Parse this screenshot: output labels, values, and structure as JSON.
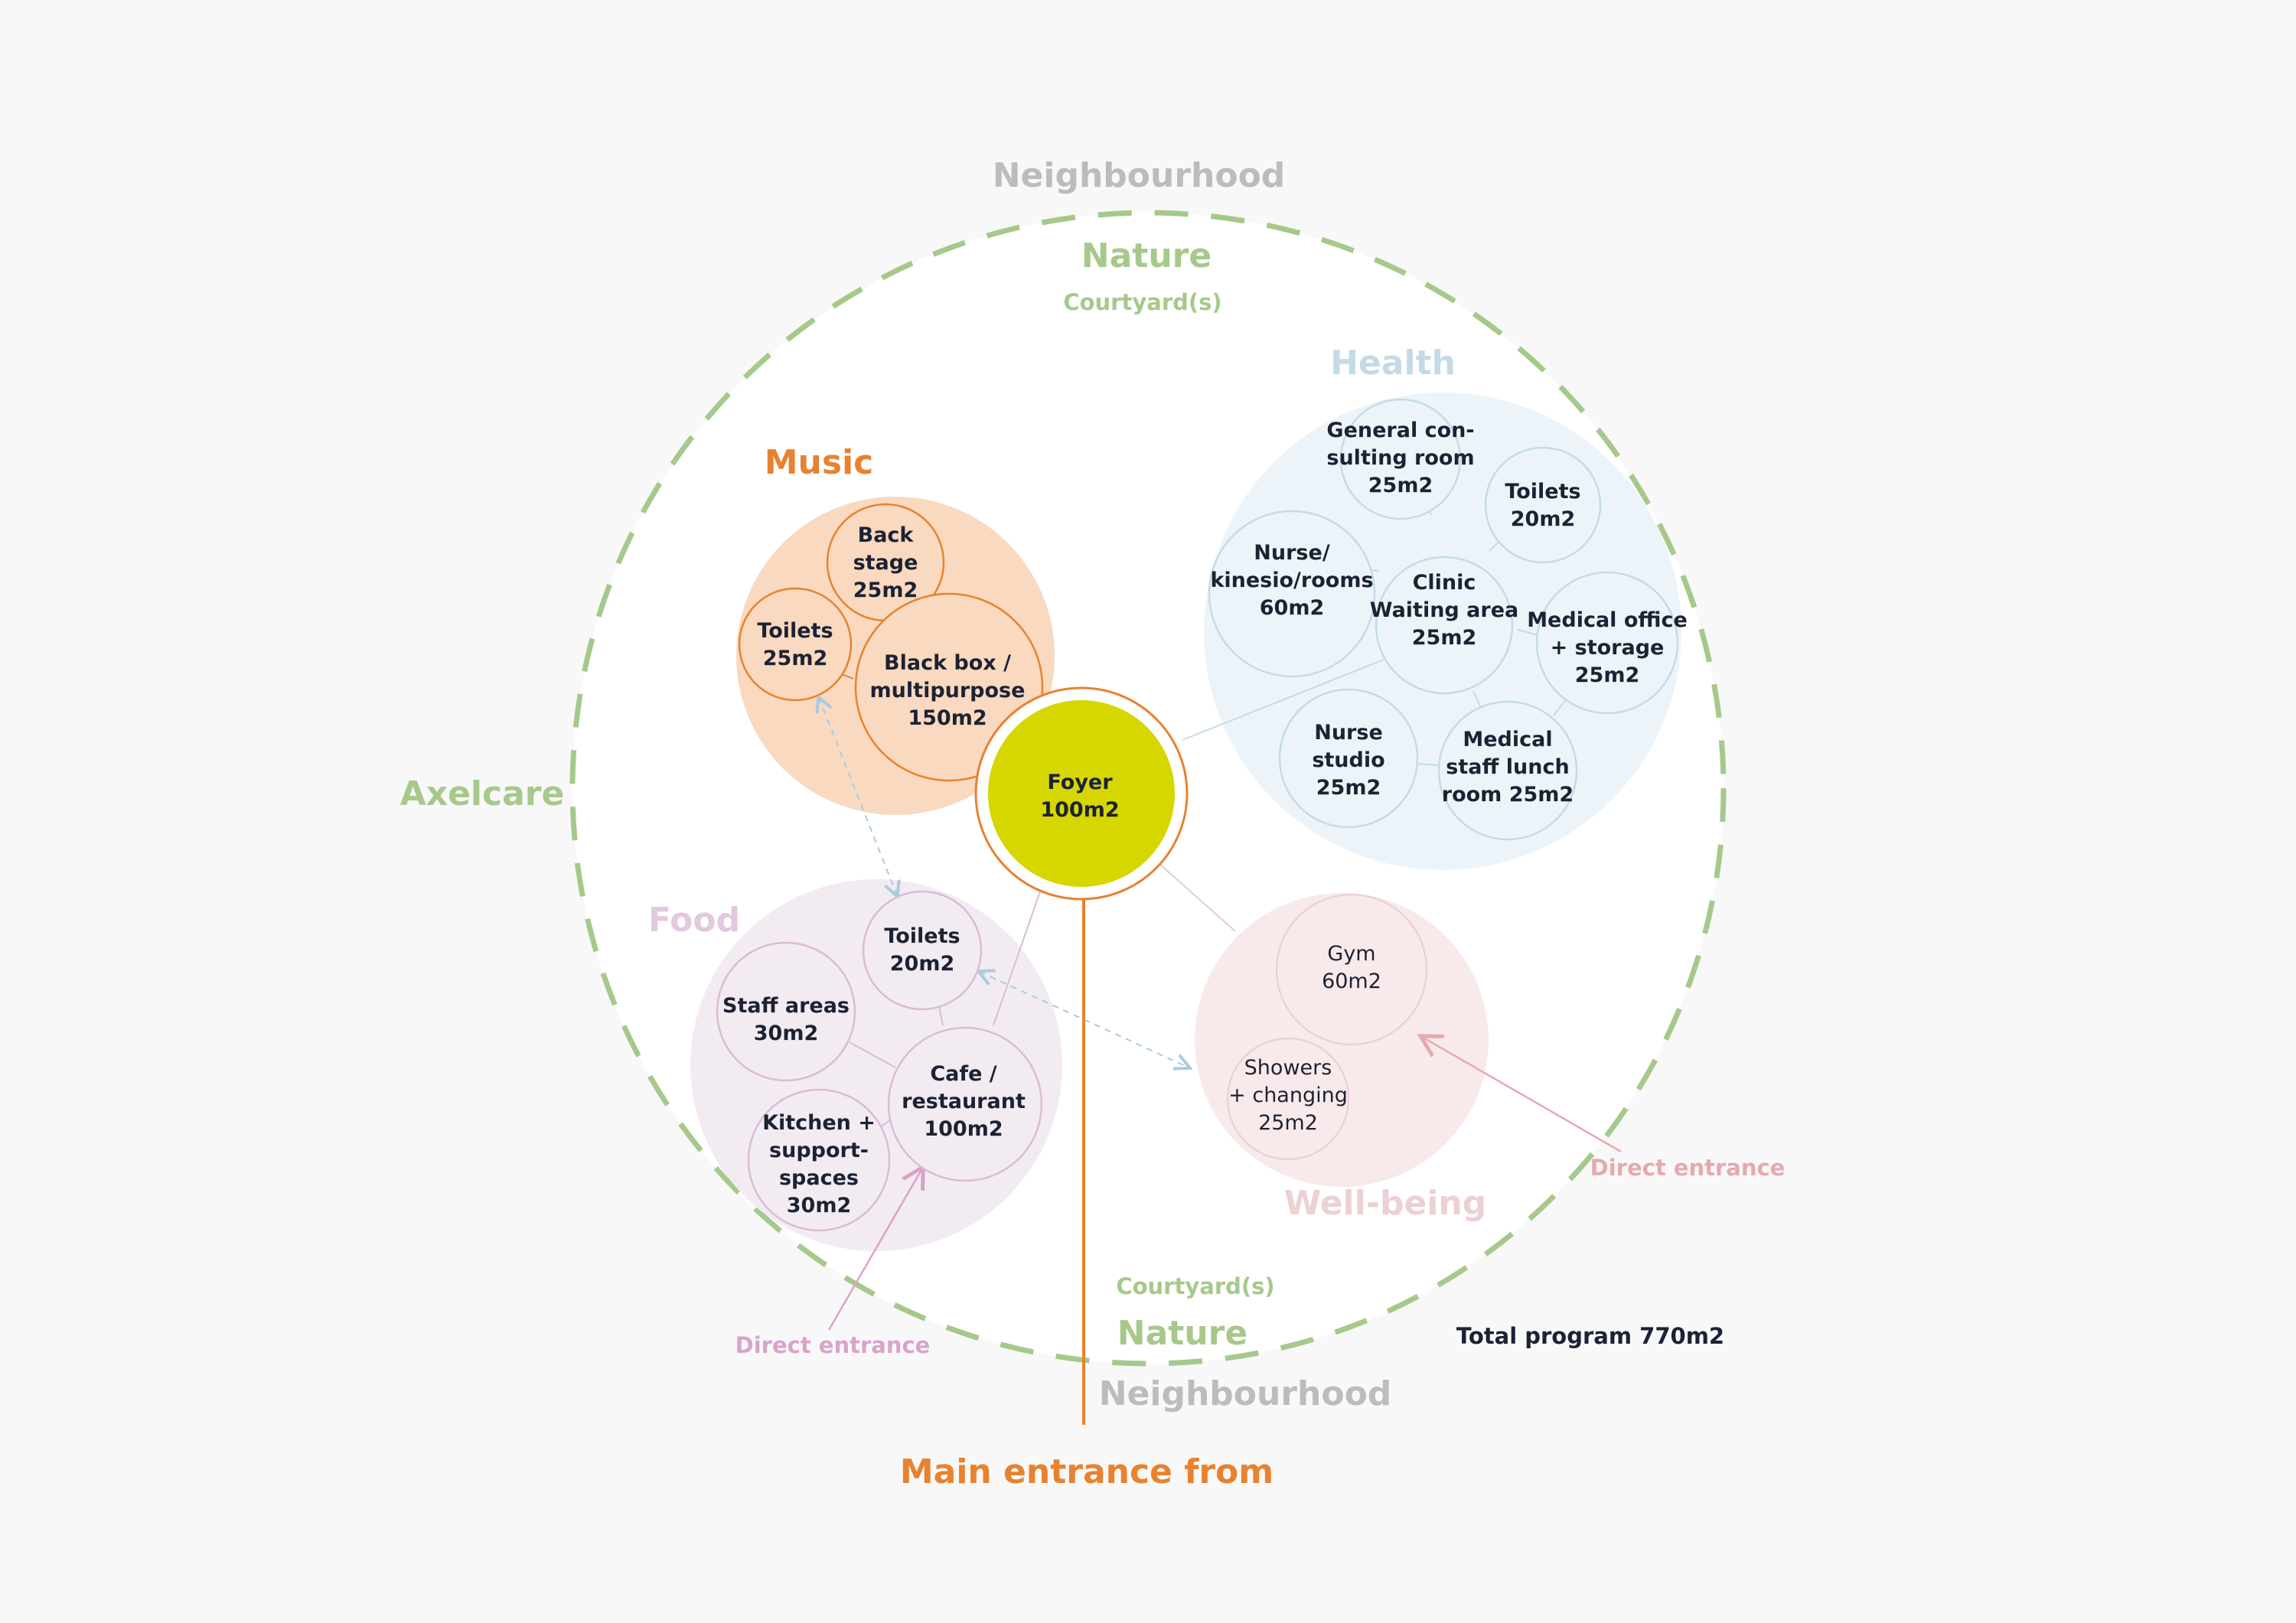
{
  "colors": {
    "background": "#f8f8f8",
    "nature": "#a6c98b",
    "neighbourhood": "#bcbcbc",
    "music": "#e8822f",
    "music_fill": "#f9d9bf",
    "health": "#c4dbe6",
    "health_fill": "#edf4f9",
    "food": "#d9bcd6",
    "food_fill": "#f3ebf2",
    "wellbeing": "#ecd1d3",
    "wellbeing_fill": "#f8eaeb",
    "foyer": "#d6d600",
    "text": "#1c2233"
  },
  "labels": {
    "neighbourhood_top": "Neighbourhood",
    "nature_top": "Nature",
    "courtyard_top": "Courtyard(s)",
    "axelcare": "Axelcare",
    "courtyard_bottom": "Courtyard(s)",
    "nature_bottom": "Nature",
    "neighbourhood_bottom": "Neighbourhood",
    "main_entrance": "Main entrance from",
    "total_program": "Total  program 770m2",
    "direct_entrance_food": "Direct entrance",
    "direct_entrance_wellbeing": "Direct entrance"
  },
  "clusters": {
    "music": "Music",
    "health": "Health",
    "food": "Food",
    "wellbeing": "Well-being"
  },
  "rooms": {
    "foyer": [
      "Foyer",
      "100m2"
    ],
    "music_backstage": [
      "Back",
      "stage",
      "25m2"
    ],
    "music_toilets": [
      "Toilets",
      "25m2"
    ],
    "music_blackbox": [
      "Black box /",
      "multipurpose",
      "150m2"
    ],
    "health_general": [
      "General con-",
      "sulting room",
      "25m2"
    ],
    "health_toilets": [
      "Toilets",
      "20m2"
    ],
    "health_nurse": [
      "Nurse/",
      "kinesio/rooms",
      "60m2"
    ],
    "health_clinic": [
      "Clinic",
      "Waiting area",
      "25m2"
    ],
    "health_medical_office": [
      "Medical office",
      "+ storage",
      "25m2"
    ],
    "health_nurse_studio": [
      "Nurse",
      "studio",
      "25m2"
    ],
    "health_lunch": [
      "Medical",
      "staff lunch",
      "room 25m2"
    ],
    "food_toilets": [
      "Toilets",
      "20m2"
    ],
    "food_staff": [
      "Staff areas",
      "30m2"
    ],
    "food_cafe": [
      "Cafe /",
      "restaurant",
      "100m2"
    ],
    "food_kitchen": [
      "Kitchen +",
      "support-",
      "spaces",
      "30m2"
    ],
    "wb_gym": [
      "Gym",
      "60m2"
    ],
    "wb_showers": [
      "Showers",
      "+ changing",
      "25m2"
    ]
  }
}
